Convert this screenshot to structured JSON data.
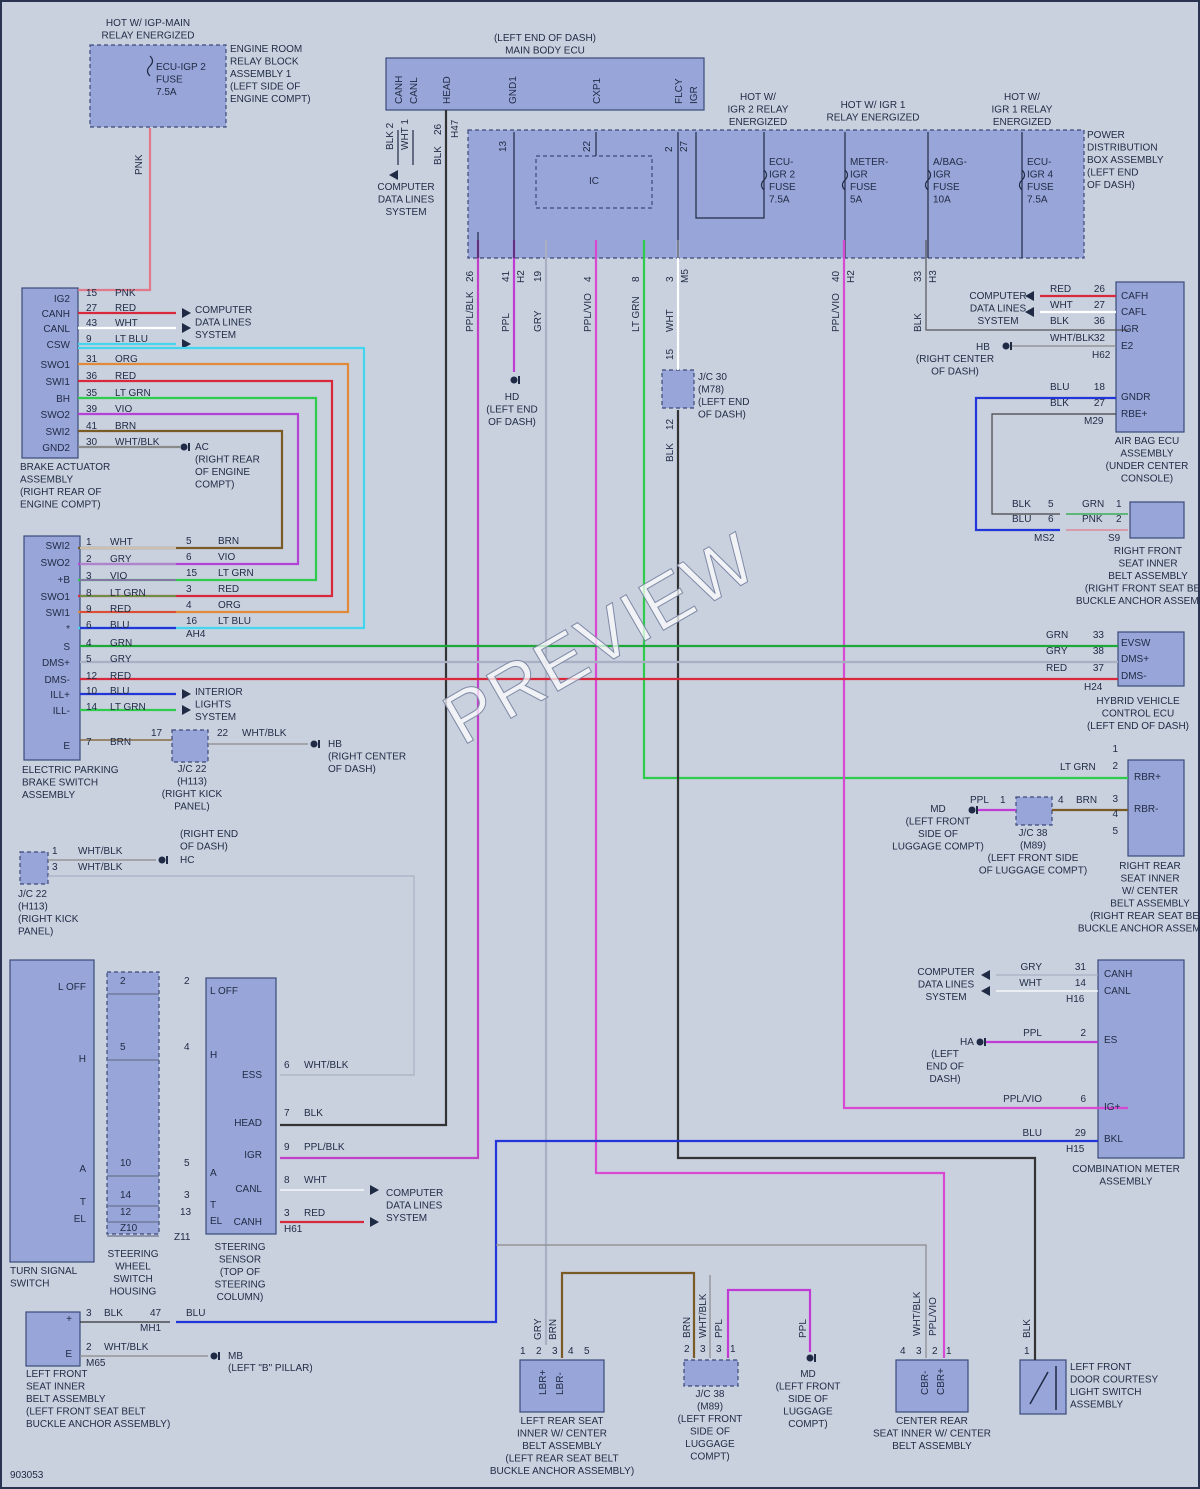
{
  "diagram_id": "903053",
  "watermark": "PREVIEW",
  "wire_colors": {
    "PNK": "#e07a8a",
    "RED": "#d8283c",
    "WHT": "#ffffff",
    "LTBLU": "#43d6ee",
    "ORG": "#e08a3a",
    "LTGRN": "#2ecc4a",
    "VIO": "#b542d6",
    "BRN": "#7a5a25",
    "WHTBLK": "#8a8a8a",
    "GRY": "#a9b0c3",
    "BLU": "#2235d8",
    "BLK": "#333333",
    "PPL": "#c23ad6",
    "PPLVIO": "#d848d0",
    "PPLBLK": "#c040c8",
    "GRN": "#1fa83a"
  },
  "blocks": {
    "top_ecu_header": "HOT W/ IGP-MAIN",
    "top_ecu_header2": "RELAY ENERGIZED",
    "fuse_igp2": [
      "ECU-IGP 2",
      "FUSE",
      "7.5A"
    ],
    "engine_relay": [
      "ENGINE ROOM",
      "RELAY BLOCK",
      "ASSEMBLY 1",
      "(LEFT SIDE OF",
      "ENGINE COMPT)"
    ],
    "main_body_title": [
      "(LEFT END OF DASH)",
      "MAIN BODY ECU"
    ],
    "main_body_pins": [
      "CANH",
      "CANL",
      "HEAD",
      "GND1",
      "CXP1",
      "FLCY",
      "IGR"
    ],
    "pdb_title": [
      "POWER",
      "DISTRIBUTION",
      "BOX ASSEMBLY",
      "(LEFT END",
      "OF DASH)"
    ],
    "relay_labels": [
      [
        "HOT W/",
        "IGR 2 RELAY",
        "ENERGIZED"
      ],
      [
        "HOT W/ IGR 1",
        "RELAY ENERGIZED"
      ],
      [
        "HOT W/",
        "IGR 1 RELAY",
        "ENERGIZED"
      ]
    ],
    "fuses": [
      [
        "ECU-",
        "IGR 2",
        "FUSE",
        "7.5A"
      ],
      [
        "METER-",
        "IGR",
        "FUSE",
        "5A"
      ],
      [
        "A/BAG-",
        "IGR",
        "FUSE",
        "10A"
      ],
      [
        "ECU-",
        "IGR 4",
        "FUSE",
        "7.5A"
      ]
    ],
    "ic": "IC",
    "computer_data": [
      "COMPUTER",
      "DATA LINES",
      "SYSTEM"
    ],
    "brake_actuator": [
      "BRAKE ACTUATOR",
      "ASSEMBLY",
      "(RIGHT REAR OF",
      "ENGINE COMPT)"
    ],
    "brake_pins": [
      "IG2",
      "CANH",
      "CANL",
      "CSW",
      "SWO1",
      "SWI1",
      "BH",
      "SWO2",
      "SWI2",
      "GND2"
    ],
    "brake_nums": [
      "15",
      "27",
      "43",
      "9",
      "31",
      "36",
      "35",
      "39",
      "41",
      "30"
    ],
    "brake_colors": [
      "PNK",
      "RED",
      "WHT",
      "LT BLU",
      "ORG",
      "RED",
      "LT GRN",
      "VIO",
      "BRN",
      "WHT/BLK"
    ],
    "ac_ground": [
      "AC",
      "(RIGHT REAR",
      "OF ENGINE",
      "COMPT)"
    ],
    "epb_pins": [
      "SWI2",
      "SWO2",
      "+B",
      "SWO1",
      "SWI1",
      "*",
      "S",
      "DMS+",
      "DMS-",
      "ILL+",
      "ILL-",
      "E"
    ],
    "epb_nums": [
      "1",
      "2",
      "3",
      "8",
      "9",
      "6",
      "4",
      "5",
      "12",
      "10",
      "14",
      "7"
    ],
    "epb_colors": [
      "WHT",
      "GRY",
      "VIO",
      "LT GRN",
      "RED",
      "BLU",
      "GRN",
      "GRY",
      "RED",
      "BLU",
      "LT GRN",
      "BRN"
    ],
    "epb_right_nums": [
      "5",
      "6",
      "15",
      "3",
      "4",
      "16"
    ],
    "epb_right_colors": [
      "BRN",
      "VIO",
      "LT GRN",
      "RED",
      "ORG",
      "LT BLU"
    ],
    "ah4": "AH4",
    "epb_name": [
      "ELECTRIC PARKING",
      "BRAKE SWITCH",
      "ASSEMBLY"
    ],
    "interior": [
      "INTERIOR",
      "LIGHTS",
      "SYSTEM"
    ],
    "jc22": [
      "J/C 22",
      "(H113)",
      "(RIGHT KICK",
      "PANEL)"
    ],
    "jc22_pins": [
      "17",
      "22"
    ],
    "hb_ground": [
      "HB",
      "(RIGHT CENTER",
      "OF DASH)"
    ],
    "hd_ground": [
      "HD",
      "(LEFT END",
      "OF DASH)"
    ],
    "jc30": [
      "J/C 30",
      "(M78)",
      "(LEFT END",
      "OF DASH)"
    ],
    "pdb_bottom_nums": [
      "26",
      "41",
      "19",
      "4",
      "8",
      "3",
      "40",
      "33"
    ],
    "pdb_bottom_colors": [
      "PPL/BLK",
      "PPL",
      "GRY",
      "PPL/VIO",
      "LT GRN",
      "WHT",
      "PPL/VIO",
      "BLK"
    ],
    "pdb_conn": [
      "H2",
      "M5",
      "H2",
      "H3"
    ],
    "main_nums": [
      "2",
      "1",
      "26",
      "13",
      "22",
      "2",
      "27"
    ],
    "main_colors": [
      "BLK",
      "WHT",
      "BLK"
    ],
    "h47": "H47",
    "airbag": [
      "AIR BAG ECU",
      "ASSEMBLY",
      "(UNDER CENTER",
      "CONSOLE)"
    ],
    "airbag_pins": [
      "CAFH",
      "CAFL",
      "IGR",
      "E2",
      "GNDR",
      "RBE+"
    ],
    "airbag_nums": [
      "26",
      "27",
      "36",
      "32",
      "18",
      "27"
    ],
    "airbag_colors": [
      "RED",
      "WHT",
      "BLK",
      "WHT/BLK",
      "BLU",
      "BLK"
    ],
    "h62": "H62",
    "m29": "M29",
    "hb_right": [
      "HB",
      "(RIGHT CENTER",
      "OF DASH)"
    ],
    "rf_seat": [
      "RIGHT FRONT",
      "SEAT INNER",
      "BELT ASSEMBLY",
      "(RIGHT FRONT SEAT BELT",
      "BUCKLE ANCHOR ASSEMBLY)"
    ],
    "rf_nums": [
      "5",
      "6",
      "1",
      "2"
    ],
    "rf_colors": [
      "BLK",
      "BLU",
      "GRN",
      "PNK"
    ],
    "ms2": "MS2",
    "s9": "S9",
    "hv_ecu": [
      "HYBRID VEHICLE",
      "CONTROL ECU",
      "(LEFT END OF DASH)"
    ],
    "hv_pins": [
      "EVSW",
      "DMS+",
      "DMS-"
    ],
    "hv_nums": [
      "33",
      "38",
      "37"
    ],
    "hv_colors": [
      "GRN",
      "GRY",
      "RED"
    ],
    "h24": "H24",
    "rr_seat": [
      "RIGHT REAR",
      "SEAT INNER",
      "W/ CENTER",
      "BELT ASSEMBLY",
      "(RIGHT REAR SEAT BELT",
      "BUCKLE ANCHOR ASSEMBLY)"
    ],
    "rr_pins": [
      "RBR+",
      "RBR-"
    ],
    "rr_nums": [
      "1",
      "2",
      "3",
      "4",
      "5"
    ],
    "rr_ltgrn": "LT GRN",
    "md_right": [
      "MD",
      "(LEFT FRONT",
      "SIDE OF",
      "LUGGAGE COMPT)"
    ],
    "jc38_right": [
      "J/C 38",
      "(M89)",
      "(LEFT FRONT SIDE",
      "OF LUGGAGE COMPT)"
    ],
    "jc38_right_nums": [
      "1",
      "4"
    ],
    "jc38_right_colors": [
      "PPL",
      "BRN"
    ],
    "jc22b": [
      "J/C 22",
      "(H113)",
      "(RIGHT KICK",
      "PANEL)"
    ],
    "jc22b_nums": [
      "1",
      "3"
    ],
    "jc22b_colors": [
      "WHT/BLK",
      "WHT/BLK"
    ],
    "hc": [
      "(RIGHT END",
      "OF DASH)",
      "HC"
    ],
    "turn_signal": [
      "TURN SIGNAL",
      "SWITCH"
    ],
    "turn_pins": [
      "L OFF",
      "H",
      "A",
      "T",
      "EL"
    ],
    "steering_housing": [
      "STEERING",
      "WHEEL",
      "SWITCH",
      "HOUSING"
    ],
    "housing_nums": [
      "2",
      "5",
      "10",
      "14",
      "12",
      "Z10"
    ],
    "steering_sensor": [
      "STEERING",
      "SENSOR",
      "(TOP OF",
      "STEERING",
      "COLUMN)"
    ],
    "sensor_pins": [
      "L OFF",
      "H",
      "ESS",
      "HEAD",
      "IGR",
      "A",
      "CANL",
      "T",
      "EL",
      "CANH"
    ],
    "sensor_left_nums": [
      "2",
      "4",
      "5",
      "3",
      "13"
    ],
    "sensor_right_nums": [
      "6",
      "7",
      "9",
      "8",
      "3"
    ],
    "sensor_right_colors": [
      "WHT/BLK",
      "BLK",
      "PPL/BLK",
      "WHT",
      "RED"
    ],
    "z11": "Z11",
    "h61": "H61",
    "cm": [
      "COMBINATION METER",
      "ASSEMBLY"
    ],
    "cm_pins": [
      "CANH",
      "CANL",
      "ES",
      "IG+",
      "BKL"
    ],
    "cm_nums": [
      "31",
      "14",
      "2",
      "6",
      "29"
    ],
    "cm_colors": [
      "GRY",
      "WHT",
      "PPL",
      "PPL/VIO",
      "BLU"
    ],
    "h16": "H16",
    "h15": "H15",
    "ha": [
      "HA",
      "(LEFT",
      "END OF",
      "DASH)"
    ],
    "lf_seat": [
      "LEFT FRONT",
      "SEAT INNER",
      "BELT ASSEMBLY",
      "(LEFT FRONT SEAT BELT",
      "BUCKLE ANCHOR ASSEMBLY)"
    ],
    "lf_nums": [
      "3",
      "2",
      "47"
    ],
    "lf_colors": [
      "BLK",
      "WHT/BLK",
      "BLU"
    ],
    "mh1": "MH1",
    "m65": "M65",
    "mb": [
      "MB",
      "(LEFT \"B\" PILLAR)"
    ],
    "lr_seat": [
      "LEFT REAR SEAT",
      "INNER W/ CENTER",
      "BELT ASSEMBLY",
      "(LEFT REAR SEAT BELT",
      "BUCKLE ANCHOR ASSEMBLY)"
    ],
    "lr_pins": [
      "LBR+",
      "LBR-"
    ],
    "lr_nums": [
      "1",
      "2",
      "3",
      "4",
      "5"
    ],
    "lr_colors": [
      "GRY",
      "BRN"
    ],
    "jc38_bot": [
      "J/C 38",
      "(M89)",
      "(LEFT FRONT",
      "SIDE OF",
      "LUGGAGE",
      "COMPT)"
    ],
    "jc38_bot_nums": [
      "2",
      "3",
      "3",
      "1"
    ],
    "jc38_bot_colors": [
      "BRN",
      "WHT/BLK",
      "PPL"
    ],
    "md_bot": [
      "MD",
      "(LEFT FRONT",
      "SIDE OF",
      "LUGGAGE",
      "COMPT)"
    ],
    "md_bot_color": "PPL",
    "center_rear": [
      "CENTER REAR",
      "SEAT INNER W/ CENTER",
      "BELT ASSEMBLY"
    ],
    "center_pins": [
      "CBR-",
      "CBR+"
    ],
    "center_nums": [
      "4",
      "3",
      "2",
      "1"
    ],
    "center_colors": [
      "WHT/BLK",
      "PPL/VIO"
    ],
    "courtesy": [
      "LEFT FRONT",
      "DOOR COURTESY",
      "LIGHT SWITCH",
      "ASSEMBLY"
    ],
    "courtesy_color": "BLK",
    "courtesy_num": "1"
  }
}
